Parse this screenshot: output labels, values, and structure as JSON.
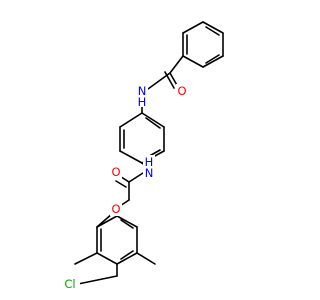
{
  "molecule": {
    "atoms": {
      "O1": {
        "symbol": "O",
        "color": "#ff0000"
      },
      "N1": {
        "symbol": "N",
        "color": "#0000ff"
      },
      "H1": {
        "symbol": "H",
        "color": "#0000ff"
      },
      "N2": {
        "symbol": "N",
        "color": "#0000ff"
      },
      "H2": {
        "symbol": "H",
        "color": "#0000ff"
      },
      "O2": {
        "symbol": "O",
        "color": "#ff0000"
      },
      "O3": {
        "symbol": "O",
        "color": "#ff0000"
      },
      "Cl": {
        "symbol": "Cl",
        "color": "#00aa00"
      }
    },
    "bond_color": "#000000"
  }
}
